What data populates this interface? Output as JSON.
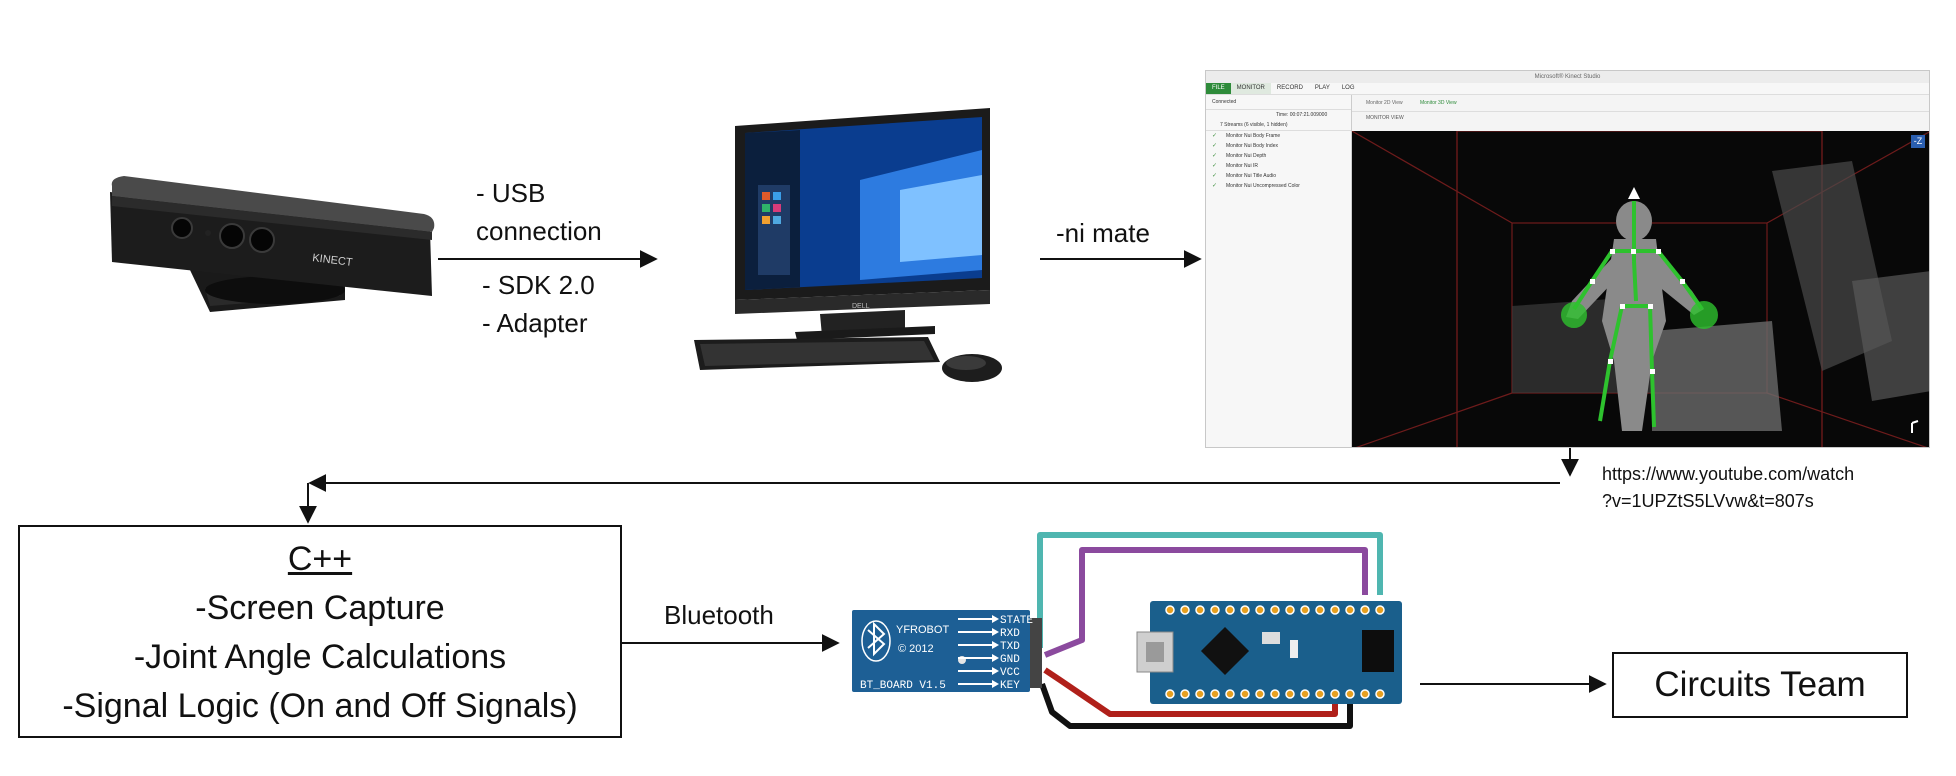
{
  "labels": {
    "usb_line1": "- USB",
    "usb_line2": "connection",
    "sdk": "- SDK 2.0",
    "adapter": "- Adapter",
    "ni_mate": "-ni mate",
    "url_line1": "https://www.youtube.com/watch",
    "url_line2": "?v=1UPZtS5LVvw&t=807s",
    "bluetooth": "Bluetooth"
  },
  "cpp_box": {
    "title": "C++",
    "items": [
      "-Screen Capture",
      "-Joint Angle Calculations",
      "-Signal Logic (On and Off Signals)"
    ]
  },
  "circuits_box": "Circuits Team",
  "kinect_brand": "KINECT",
  "monitor_brand": "DELL",
  "software": {
    "title": "Microsoft® Kinect Studio",
    "menu": [
      "FILE",
      "MONITOR",
      "RECORD",
      "PLAY",
      "LOG"
    ],
    "connected": "Connected",
    "time": "Time: 00:07:21.009000",
    "streams_header": "7 Streams (6 visible, 1 hidden)",
    "streams": [
      "Monitor Nui Body Frame",
      "Monitor Nui Body Index",
      "Monitor Nui Depth",
      "Monitor Nui IR",
      "Monitor Nui Title Audio",
      "Monitor Nui Uncompressed Color"
    ],
    "tabs": [
      "Monitor 2D View",
      "Monitor 3D View"
    ],
    "tool_label": "MONITOR VIEW",
    "axis_badge": "-Z"
  },
  "bt_module": {
    "brand": "YFROBOT",
    "year": "© 2012",
    "model": "BT_BOARD V1.5",
    "pins": [
      "STATE",
      "RXD",
      "TXD",
      "GND",
      "VCC",
      "KEY"
    ]
  },
  "colors": {
    "skeleton": "#2ec22e",
    "wire_teal": "#4fb6b0",
    "wire_purple": "#8b4a9e",
    "wire_red": "#b0201a",
    "wire_black": "#111111",
    "bt_board": "#1d5f95",
    "arduino_board": "#1a5f8c"
  },
  "icons": [
    "bluetooth-icon",
    "kinect-sensor",
    "desktop-computer",
    "keyboard",
    "mouse",
    "arduino-nano"
  ]
}
